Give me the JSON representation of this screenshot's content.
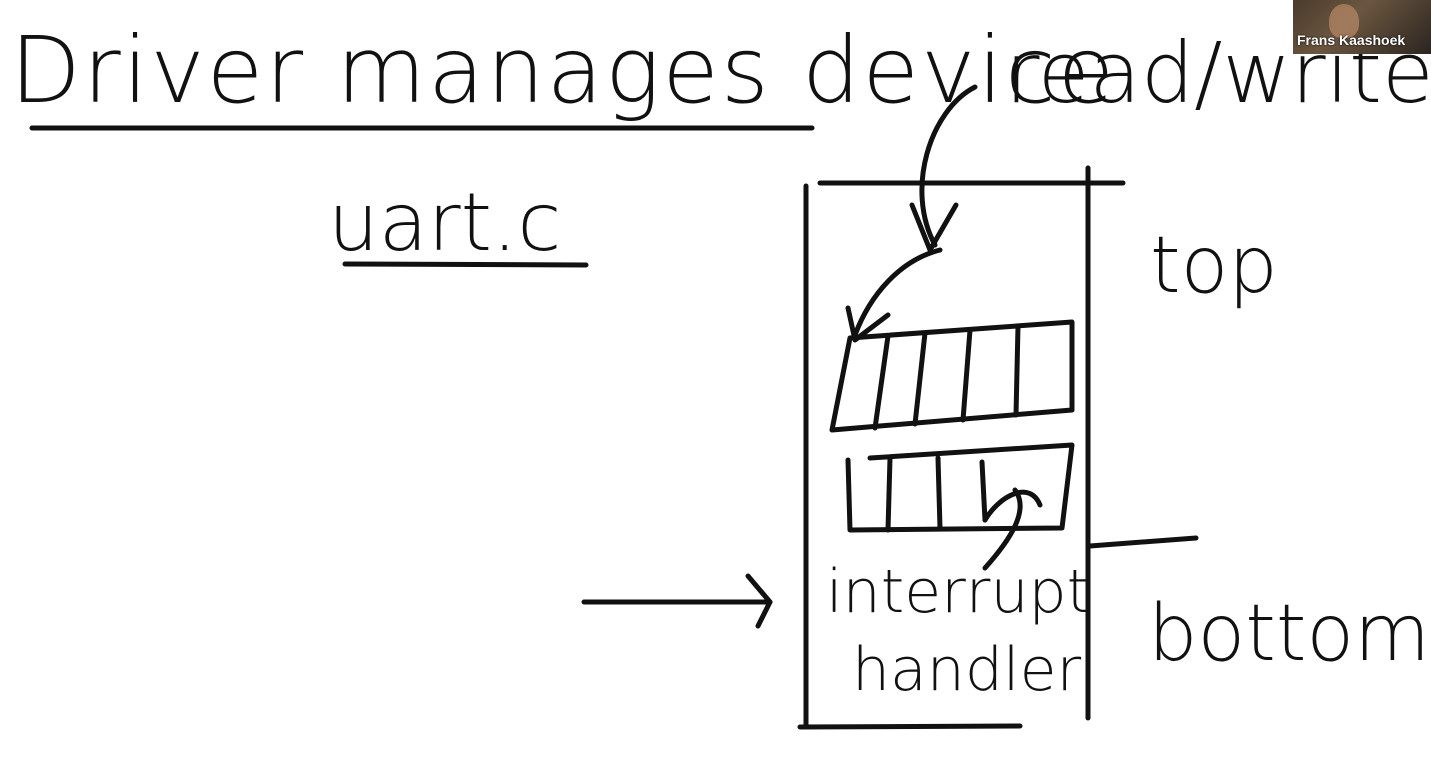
{
  "title": "Driver manages device",
  "file_name": "uart.c",
  "diagram": {
    "read_write_label": "read/write",
    "top_label": "top",
    "bottom_label": "bottom",
    "handler_line1": "interrupt",
    "handler_line2": "handler"
  },
  "video": {
    "participant_name": "Frans Kaashoek"
  },
  "colors": {
    "ink": "#111111",
    "background": "#ffffff"
  }
}
